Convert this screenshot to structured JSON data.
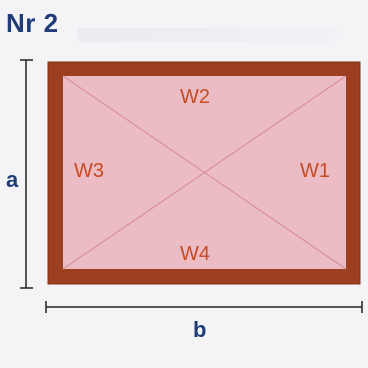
{
  "title": "Nr 2",
  "labels": {
    "a": "a",
    "b": "b",
    "w1": "W1",
    "w2": "W2",
    "w3": "W3",
    "w4": "W4"
  },
  "colors": {
    "frame": "#9c3f21",
    "interior": "#ebbcc3",
    "diagonal": "#d9919b",
    "dimension_line": "#222222",
    "title": "#1f3c78",
    "wall_label": "#c84a22"
  }
}
